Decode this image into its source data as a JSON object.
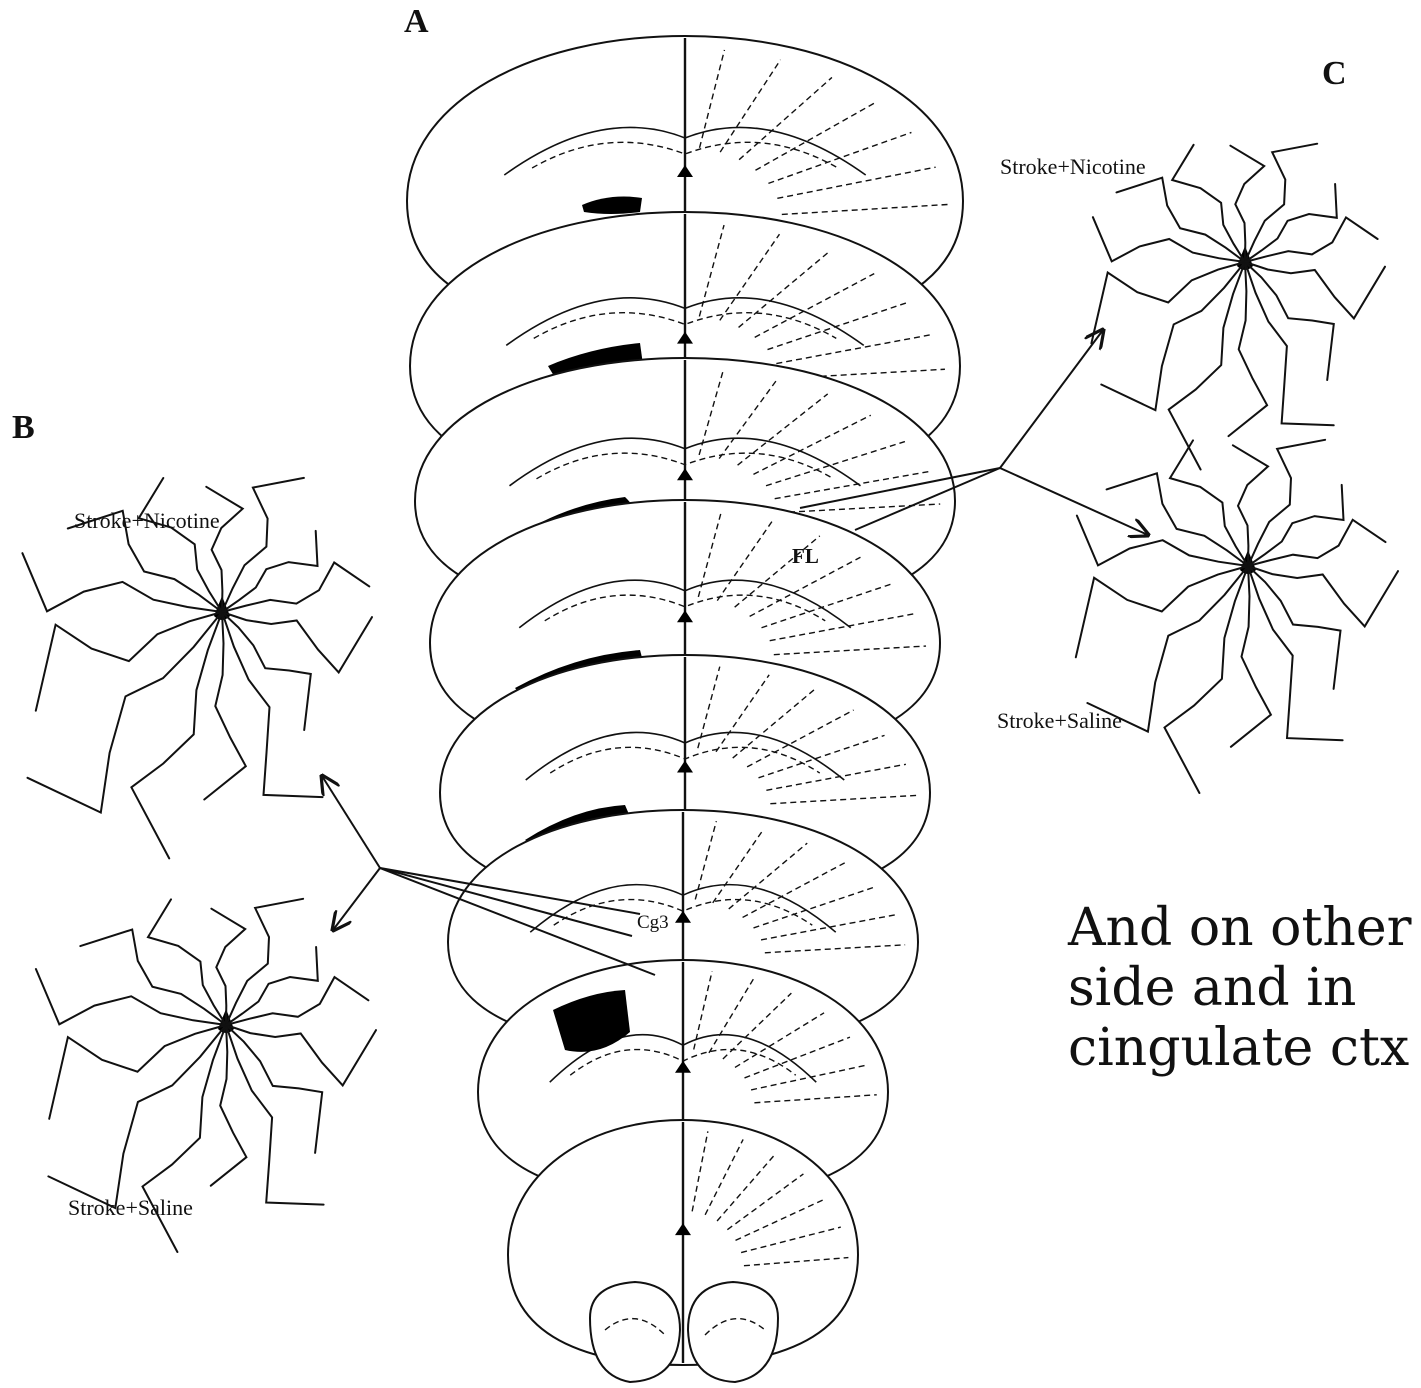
{
  "panels": {
    "a_letter": "A",
    "b_letter": "B",
    "c_letter": "C"
  },
  "panel_b": {
    "top_label": "Stroke+Nicotine",
    "bottom_label": "Stroke+Saline"
  },
  "panel_c": {
    "top_label": "Stroke+Nicotine",
    "bottom_label": "Stroke+Saline"
  },
  "regions": {
    "fl": "FL",
    "cg3": "Cg3"
  },
  "note": {
    "line1": "And on other",
    "line2": "side and in",
    "line3": "cingulate ctx"
  }
}
